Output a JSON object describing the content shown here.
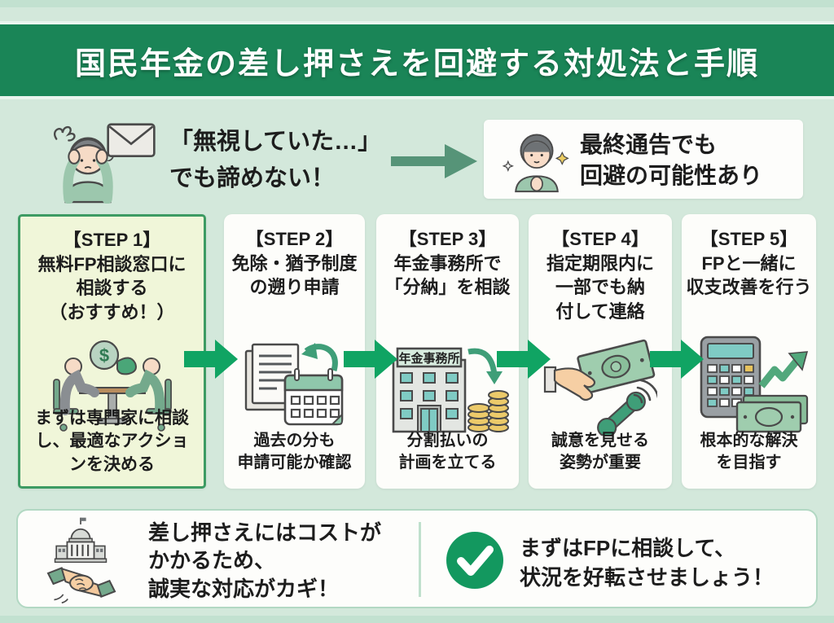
{
  "header": {
    "title": "国民年金の差し押さえを回避する対処法と手順"
  },
  "intro": {
    "left_text": "「無視していた…」\nでも諦めない！",
    "right_text": "最終通告でも\n回避の可能性あり"
  },
  "steps": [
    {
      "title": "【STEP 1】\n無料FP相談窓口に\n相談する\n（おすすめ！）",
      "caption": "まずは専門家に相談\nし、最適なアクショ\nンを決める",
      "icon": "fp-consultation-icon",
      "highlighted": true
    },
    {
      "title": "【STEP 2】\n免除・猶予制度\nの遡り申請",
      "caption": "過去の分も\n申請可能か確認",
      "icon": "documents-calendar-icon",
      "highlighted": false
    },
    {
      "title": "【STEP 3】\n年金事務所で\n「分納」を相談",
      "caption": "分割払いの\n計画を立てる",
      "icon": "pension-office-coins-icon",
      "building_sign": "年金事務所",
      "highlighted": false
    },
    {
      "title": "【STEP 4】\n指定期限内に\n一部でも納\n付して連絡",
      "caption": "誠意を見せる\n姿勢が重要",
      "icon": "payment-phone-icon",
      "highlighted": false
    },
    {
      "title": "【STEP 5】\nFPと一緒に\n収支改善を行う",
      "caption": "根本的な解決\nを目指す",
      "icon": "calculator-growth-icon",
      "highlighted": false
    }
  ],
  "footer": {
    "left_text": "差し押さえにはコストが\nかかるため、\n誠実な対応がカギ！",
    "right_text": "まずはFPに相談して、\n状況を好転させましょう！"
  },
  "colors": {
    "header_green": "#1a8557",
    "step_arrow_green": "#10a463",
    "intro_arrow_green": "#569478",
    "mint_background": "#d3e8db",
    "step1_background": "#f0f6d9",
    "step1_border": "#3d9b63",
    "check_green": "#13985f",
    "coin_gold": "#ecca6a"
  },
  "icons": [
    "worried-person-icon",
    "envelope-icon",
    "right-arrow-icon",
    "hopeful-person-icon",
    "fp-consultation-icon",
    "documents-calendar-icon",
    "pension-office-coins-icon",
    "payment-phone-icon",
    "calculator-growth-icon",
    "capitol-building-icon",
    "handshake-icon",
    "check-circle-icon"
  ]
}
